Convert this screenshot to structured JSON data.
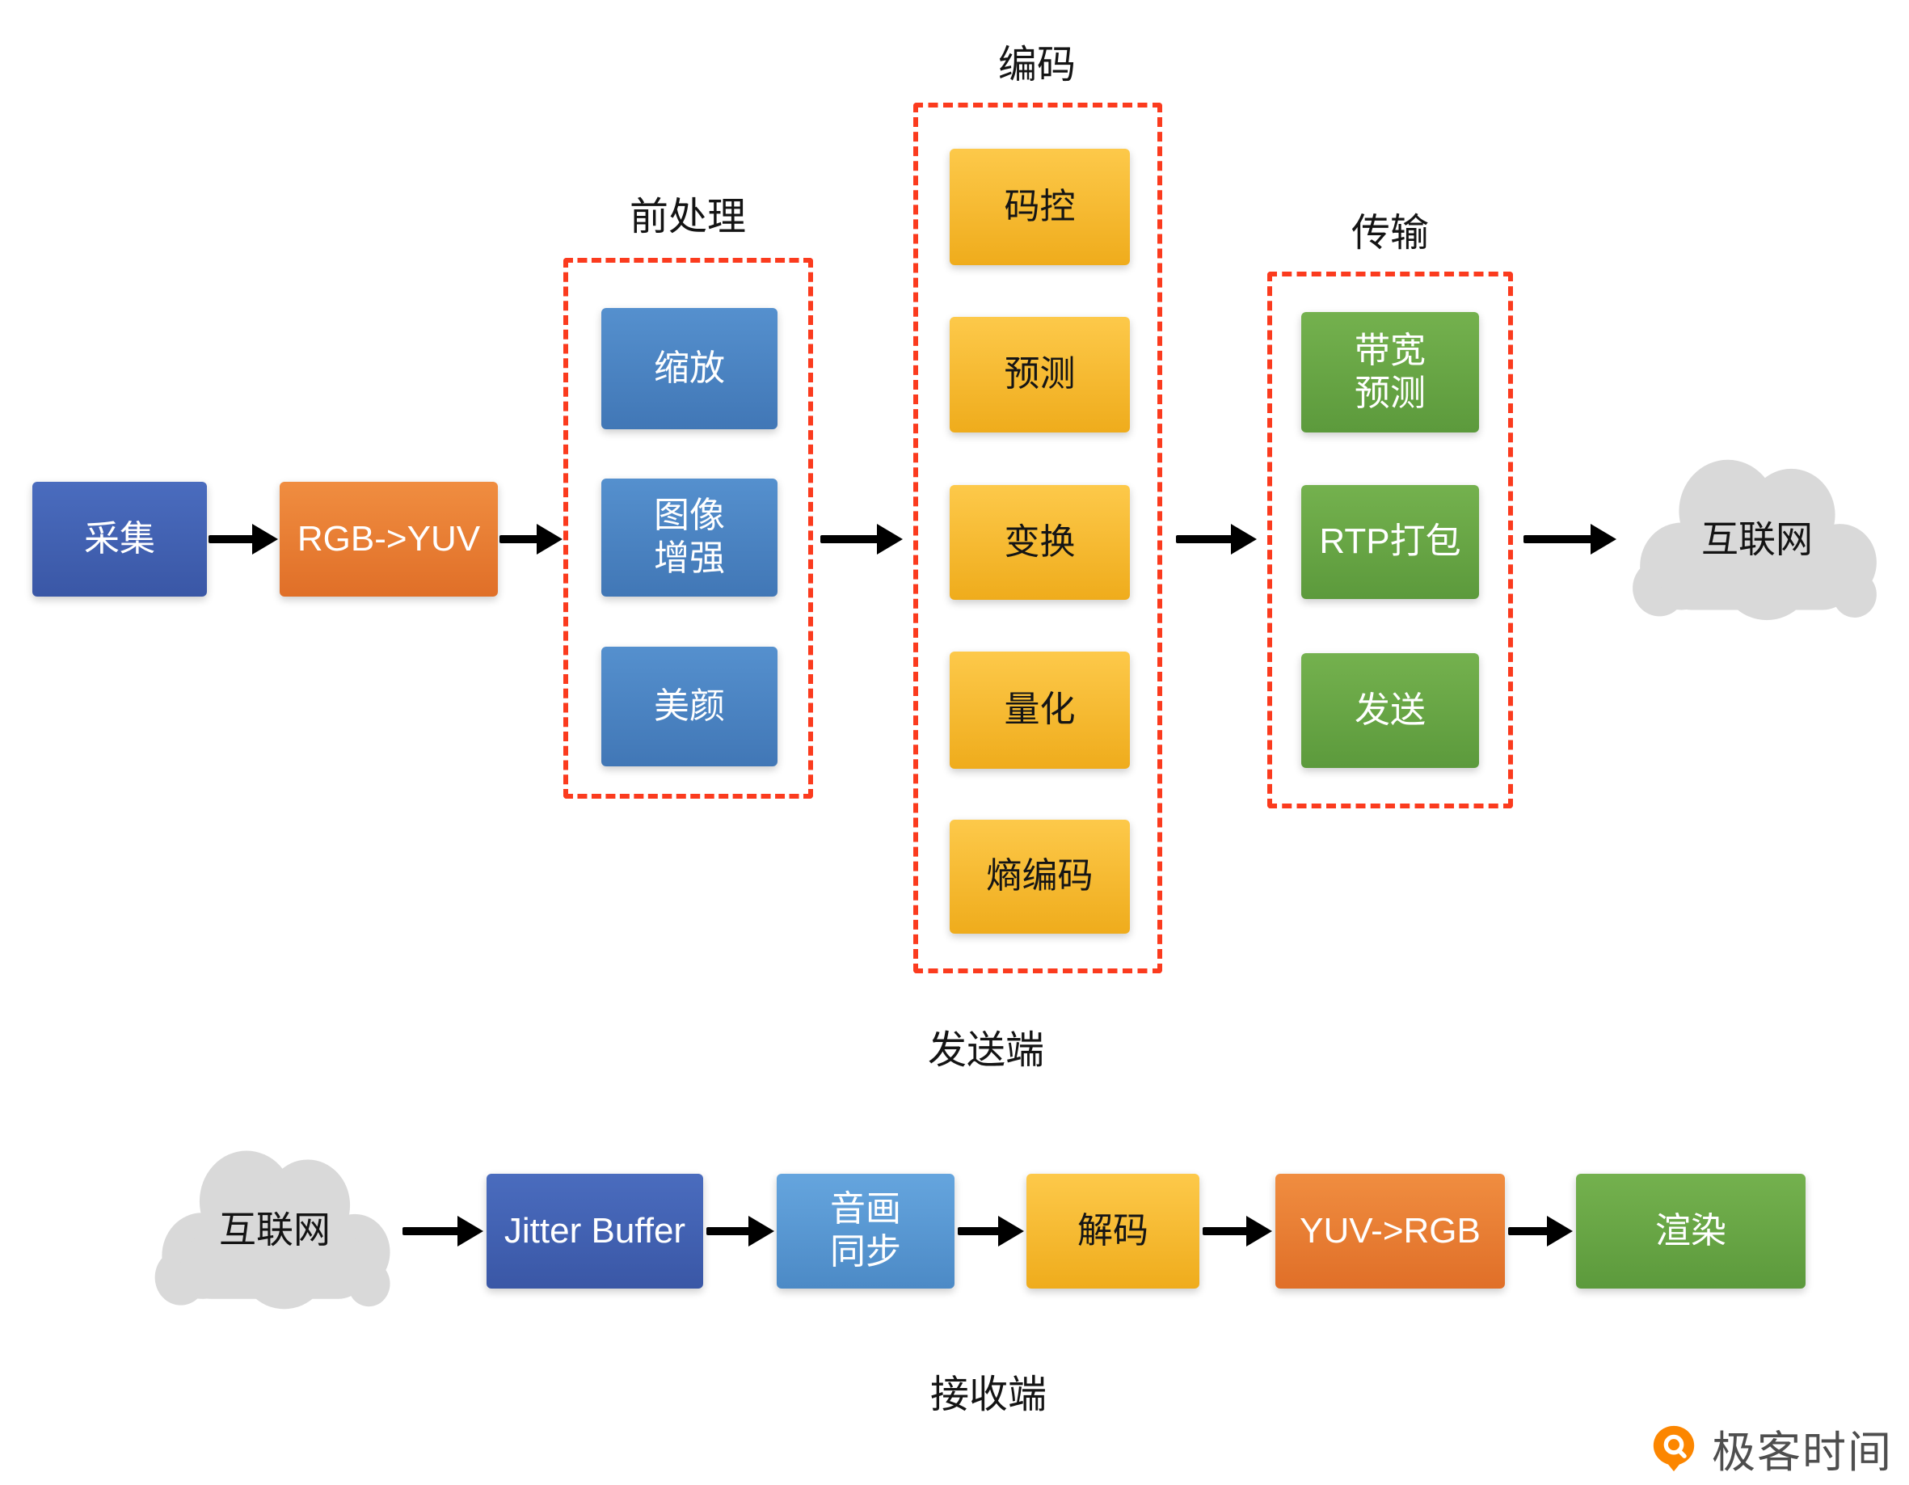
{
  "sender": {
    "section_label": "发送端",
    "capture": "采集",
    "rgb_to_yuv": "RGB->YUV",
    "internet": "互联网",
    "groups": {
      "preprocess": {
        "label": "前处理",
        "items": [
          "缩放",
          "图像\n增强",
          "美颜"
        ]
      },
      "encode": {
        "label": "编码",
        "items": [
          "码控",
          "预测",
          "变换",
          "量化",
          "熵编码"
        ]
      },
      "transport": {
        "label": "传输",
        "items": [
          "带宽\n预测",
          "RTP打包",
          "发送"
        ]
      }
    }
  },
  "receiver": {
    "section_label": "接收端",
    "internet": "互联网",
    "jitter_buffer": "Jitter Buffer",
    "av_sync": "音画\n同步",
    "decode": "解码",
    "yuv_to_rgb": "YUV->RGB",
    "render": "渲染"
  },
  "logo": {
    "text": "极客时间"
  },
  "colors": {
    "dark_blue": "#3F5EAD",
    "mid_blue": "#4C87C6",
    "light_blue": "#5B9BD5",
    "orange": "#ED7D31",
    "yellow": "#F7BE2D",
    "green": "#69A84F",
    "dashed_border": "#FB3B1E",
    "cloud_gray": "#D9D9D9",
    "logo_orange": "#FC8600"
  }
}
